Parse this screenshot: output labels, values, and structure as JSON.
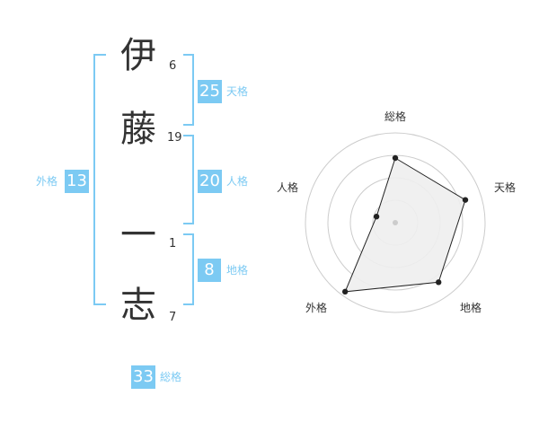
{
  "characters": [
    {
      "char": "伊",
      "strokes": "6"
    },
    {
      "char": "藤",
      "strokes": "19"
    },
    {
      "char": "一",
      "strokes": "1"
    },
    {
      "char": "志",
      "strokes": "7"
    }
  ],
  "fortunes": {
    "tenkaku": {
      "value": "25",
      "label": "天格"
    },
    "jinkaku": {
      "value": "20",
      "label": "人格"
    },
    "chikaku": {
      "value": "8",
      "label": "地格"
    },
    "gaikaku": {
      "value": "13",
      "label": "外格"
    },
    "soukaku": {
      "value": "33",
      "label": "総格"
    }
  },
  "radar": {
    "labels": {
      "top": "総格",
      "right": "天格",
      "bottom_right": "地格",
      "bottom_left": "外格",
      "left": "人格"
    },
    "rings": 4,
    "values": {
      "soukaku": 0.72,
      "tenkaku": 0.82,
      "chikaku": 0.82,
      "gaikaku": 0.95,
      "jinkaku": 0.22
    }
  },
  "colors": {
    "accent": "#7ccaf3",
    "line": "#222222",
    "fill": "#eeeeee",
    "ring": "#cccccc"
  }
}
